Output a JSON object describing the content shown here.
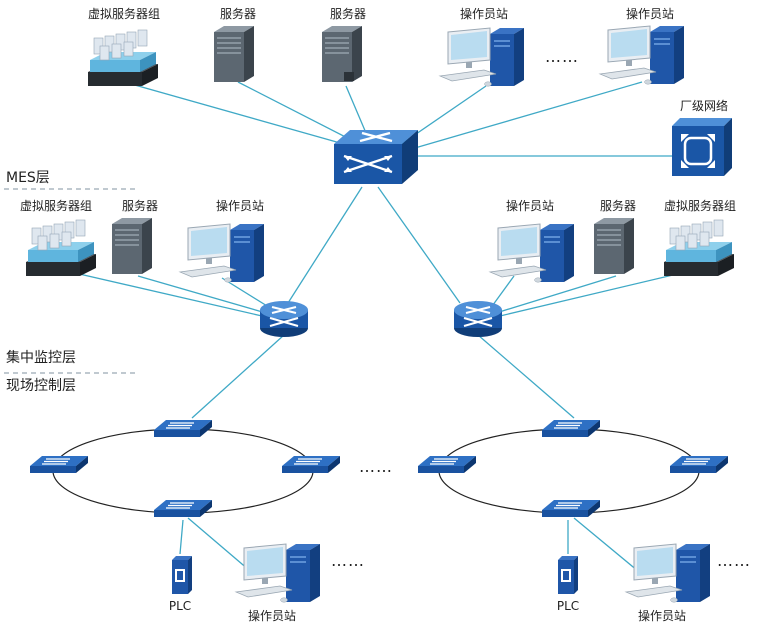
{
  "labels": {
    "top_vserver": "虚拟服务器组",
    "top_server1": "服务器",
    "top_server2": "服务器",
    "top_op1": "操作员站",
    "top_op2": "操作员站",
    "top_dots": "……",
    "factory_net": "厂级网络",
    "mes_layer": "MES层",
    "l_vserver": "虚拟服务器组",
    "l_server": "服务器",
    "l_op": "操作员站",
    "r_op": "操作员站",
    "r_server": "服务器",
    "r_vserver": "虚拟服务器组",
    "central_layer": "集中监控层",
    "field_layer": "现场控制层",
    "mid_dots": "……",
    "l_plc": "PLC",
    "l_op_bottom": "操作员站",
    "l_bottom_dots": "……",
    "r_plc": "PLC",
    "r_op_bottom": "操作员站",
    "r_bottom_dots": "……"
  },
  "colors": {
    "link": "#3fa9c6",
    "device_blue": "#1f56a8",
    "server_gray": "#4a5560"
  },
  "icons": {
    "core_switch": "core-switch-icon",
    "router": "router-icon",
    "ring_switch": "ethernet-switch-icon",
    "server": "tower-server-icon",
    "virtual_servers": "server-cluster-icon",
    "workstation": "workstation-icon",
    "plc": "plc-icon",
    "factory_network": "network-gateway-icon"
  }
}
